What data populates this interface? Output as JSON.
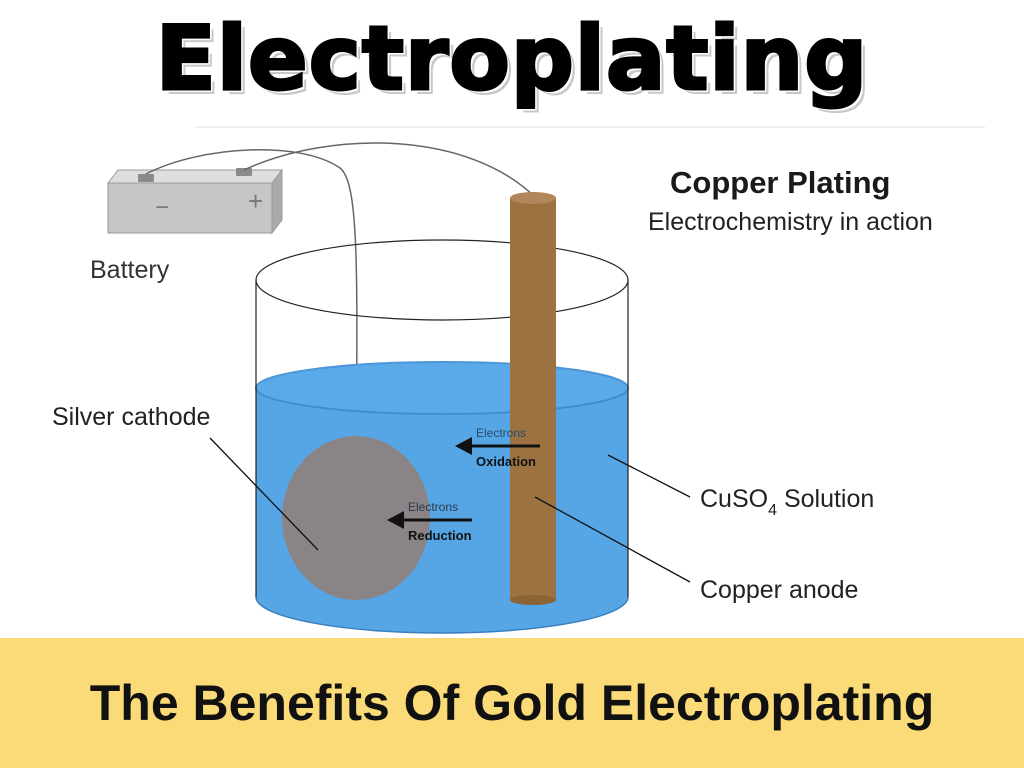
{
  "title": "Electroplating",
  "diagram": {
    "heading": "Copper Plating",
    "subheading": "Electrochemistry in action",
    "battery": {
      "label": "Battery",
      "minus": "−",
      "plus": "+"
    },
    "labels": {
      "cathode": "Silver cathode",
      "solution": "CuSO",
      "solution_sub": "4",
      "solution_suffix": " Solution",
      "anode": "Copper anode"
    },
    "arrows": {
      "anode_top": "Electrons",
      "anode_bottom": "Oxidation",
      "cathode_top": "Electrons",
      "cathode_bottom": "Reduction"
    },
    "colors": {
      "solution": "#56a6e6",
      "cathode": "#8a8486",
      "anode": "#9b7240",
      "banner": "#fadb78",
      "battery": "#c8c8c8"
    }
  },
  "banner": {
    "text": "The Benefits Of Gold Electroplating"
  }
}
